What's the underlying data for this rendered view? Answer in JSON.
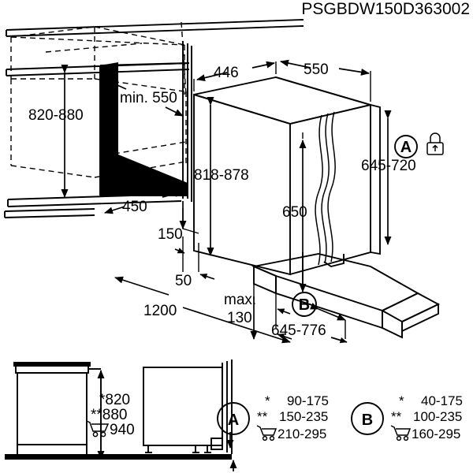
{
  "drawing": {
    "code": "PSGBDW150D363002",
    "product_type": "built-in dishwasher installation diagram",
    "units": "mm"
  },
  "dimensions": {
    "niche_height": "820-880",
    "niche_depth_min": "min. 550",
    "niche_width": "450",
    "top_depth_left": "446",
    "top_width_right": "550",
    "appliance_height": "818-878",
    "door_panel_height": "645-720",
    "front_height_650": "650",
    "offset_150": "150",
    "offset_50": "50",
    "clearance_1200": "1200",
    "max_label": "max.",
    "max_value": "130",
    "door_panel_width": "645-776"
  },
  "balloons": {
    "a": "A",
    "b": "B"
  },
  "elevation": {
    "height_single_star": "*820",
    "height_double_star": "**880",
    "height_cart": "940"
  },
  "legend": {
    "a": {
      "label": "A",
      "star": "*",
      "star_value": "90-175",
      "dstar": "**",
      "dstar_value": "150-235",
      "cart_value": "210-295"
    },
    "b": {
      "label": "B",
      "star": "*",
      "star_value": "40-175",
      "dstar": "**",
      "dstar_value": "100-235",
      "cart_value": "160-295"
    }
  },
  "icons": {
    "padlock": "padlock-icon",
    "cart": "shopping-cart-icon"
  },
  "colors": {
    "line": "#000000",
    "background": "#ffffff",
    "fill": "#000000"
  }
}
